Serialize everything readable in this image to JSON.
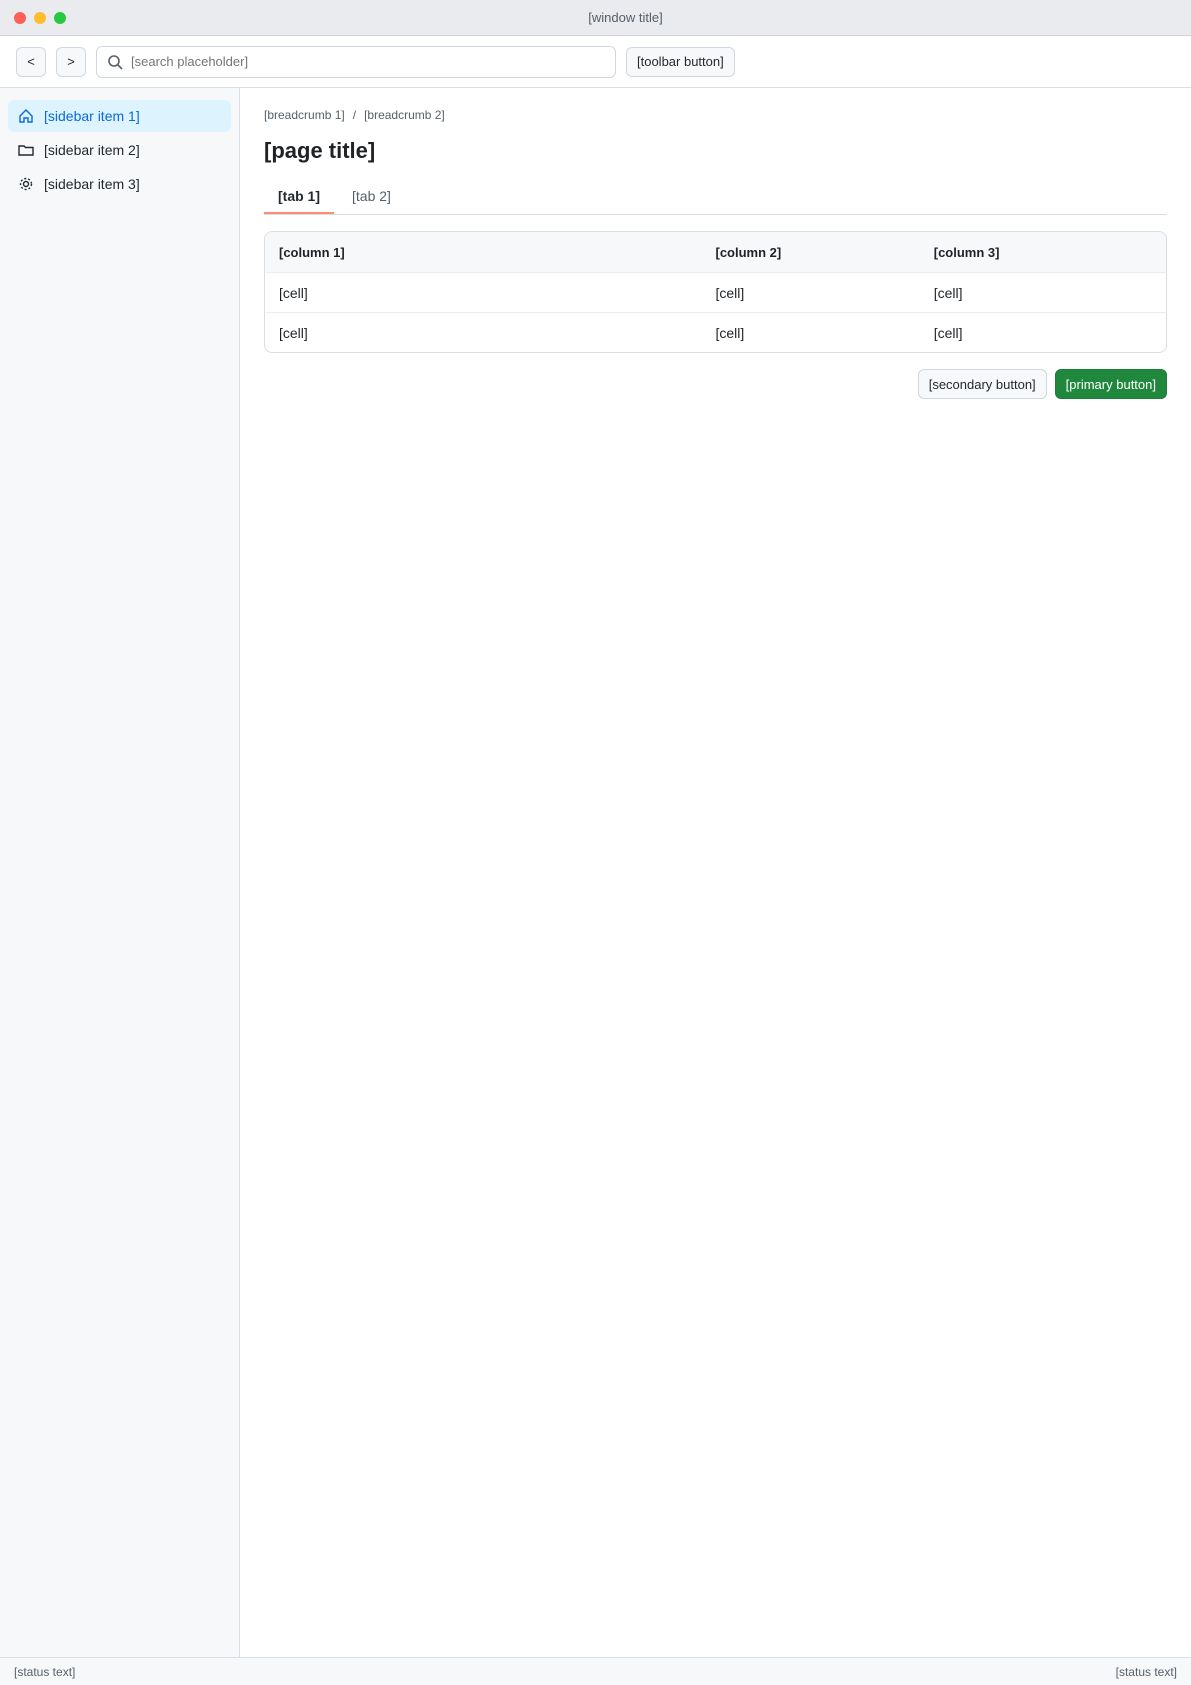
{
  "window": {
    "title": "[window title]"
  },
  "toolbar": {
    "back_label": "<",
    "forward_label": ">",
    "search_placeholder": "[search placeholder]",
    "action_label": "[toolbar button]"
  },
  "sidebar": {
    "items": [
      {
        "label": "[sidebar item 1]",
        "icon": "home-icon"
      },
      {
        "label": "[sidebar item 2]",
        "icon": "folder-icon"
      },
      {
        "label": "[sidebar item 3]",
        "icon": "gear-icon"
      }
    ]
  },
  "breadcrumb": [
    "[breadcrumb 1]",
    "/",
    "[breadcrumb 2]"
  ],
  "main": {
    "title": "[page title]",
    "tabs": [
      "[tab 1]",
      "[tab 2]"
    ],
    "table": {
      "columns": [
        "[column 1]",
        "[column 2]",
        "[column 3]"
      ],
      "rows": [
        [
          "[cell]",
          "[cell]",
          "[cell]"
        ],
        [
          "[cell]",
          "[cell]",
          "[cell]"
        ]
      ]
    },
    "primary_button": "[primary button]",
    "secondary_button": "[secondary button]"
  },
  "status": {
    "left": "[status text]",
    "right": "[status text]"
  },
  "colors": {
    "accent": "#0969da",
    "primary": "#1f883d"
  }
}
